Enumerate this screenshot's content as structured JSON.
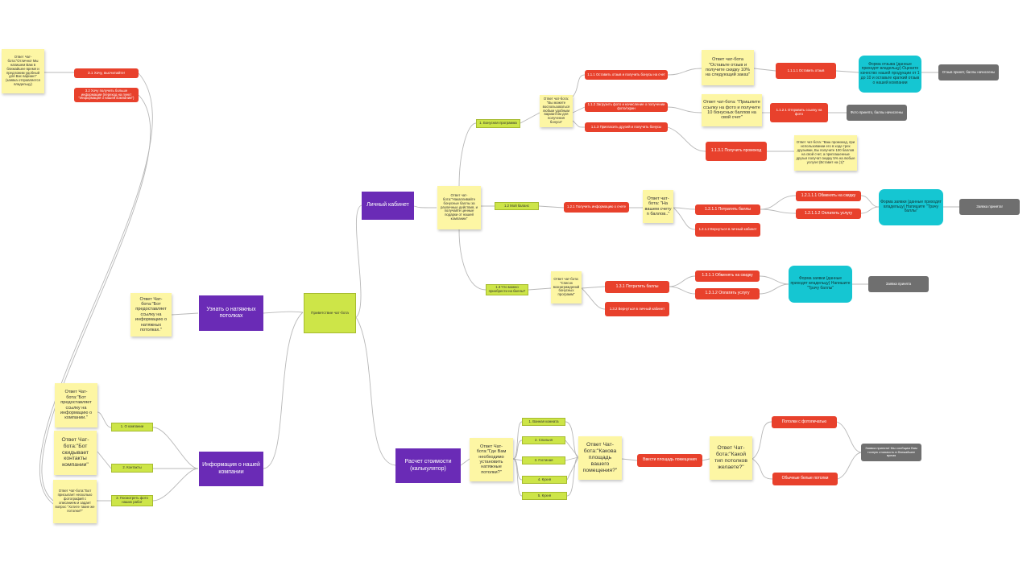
{
  "root": "Приветствие чат-бота",
  "main": {
    "cabinet": "Личный кабинет",
    "ceilings": "Узнать о натяжных потолках",
    "company": "Информация о нашей компании",
    "calc": "Расчет стоимости (калькулятор)"
  },
  "cabinet": {
    "answer": "Ответ чат-бота:\"Накапливайте бонусные баллы за различные действия, и получайте ценные подарки от нашей компании\"",
    "bonus_program": "1. Бонусная программа",
    "bonus_answer": "Ответ чат-бота: \"Вы можете воспользоваться любым удобным вариантом для получения бонуса\"",
    "b111": "1.1.1 Оставить отзыв и получить бонусы на счет",
    "b112": "1.1.2 Загрузить фото и начисление о получении фото/скрин",
    "b113": "1.1.3 Пригласить друзей и получить бонусы",
    "b111_answer": "Ответ чат-бота \"Оставьте отзыв и получите скидку 10% на следующий заказ\"",
    "b1111": "1.1.1.1 Оставить отзыв",
    "b1111_form": "Форма отзыва (данные приходят владельцу) Оцените качество нашей продукции от 1 до 10 и оставьте краткий отзыв о нашей компании",
    "b1111_done": "Отзыв принят, баллы начислены",
    "b112_answer": "Ответ чат-бота: \"Пришлите ссылку на фото и получите 10 бонусных баллов на свой счет\"",
    "b1121": "1.1.2.1 Отправить ссылку на фото",
    "b1121_done": "Фото принято, баллы начислены",
    "b1131": "1.1.3.1 Получить промокод",
    "b1131_answer": "Ответ чат-бота: \"Ваш промокод, при использовании его в ходе трех друзьями, Вы получите 100 баллов на свой счет, а приглашенные друзья получат скидку 5% на любые услуги! (Вставит на (1)\"",
    "balance": "1.2 Мой баланс",
    "b121": "1.2.1 Получить информацию о счете",
    "b121_answer": "Ответ чат-бота: \"На вашем счету n баллов..\"",
    "b1211": "1.2.1.1 Потратить баллы",
    "b1212": "1.2.1.2 Вернуться в личный кабинет",
    "b12111": "1.2.1.1.1 Обменять на скидку",
    "b12112": "1.2.1.1.2 Оплатить услугу",
    "b1211_form": "Форма заявки (данные приходят владельцу) Напишите \"Трачу баллы\"",
    "b1211_done": "Заявка принята!",
    "spend_q": "1.3 Что можно приобрести на баллы?",
    "spend_answer": "Ответ чат-бота: \"Список вознаграждений бонусных программ\"",
    "b131": "1.3.1 Потратить баллы",
    "b132": "1.3.2 Вернуться в личный кабинет",
    "b1311": "1.3.1.1 Обменять на скидку",
    "b1312": "1.3.1.2 Оплатить услугу",
    "b131_form": "Форма заявки (данные приходят владельцу) Напишите \"Трачу баллы\"",
    "b131_done": "Заявка принята"
  },
  "ceilings": {
    "answer": "Ответ Чат-бота:\"Бот предоставляет ссылку на информацию о натяжных потолках.\""
  },
  "company": {
    "about": "1. О компании",
    "about_answer": "Ответ Чат-бота:\"Бот предоставляет ссылку на информацию о компании.\"",
    "contacts": "2. Контакты",
    "contacts_answer": "Ответ Чат-бота:\"Бот скидывает контакты компании\"",
    "photos": "3. Посмотреть фото наших работ",
    "photos_answer": "Ответ Чат-бота:\"Бот присылает несколько фотографий с описанием и задает вопрос \"Хотите такие же потолки?\"",
    "yes": "3.1 Хочу, высчитайте!",
    "more": "3.2 Хочу получить больше информации (переход на пункт \"Информация о нашей компании\")",
    "yes_answer": "Ответ Чат-бота:\"Отлично! Мы напишем Вам в ближайшее время и предложим удобный для Вас вариант\" (заявка отправляется владельцу)"
  },
  "calc": {
    "answer1": "Ответ Чат-бота:\"Где Вам необходимо установить натяжные потолки?\"",
    "rooms": [
      "1. Ванная комната",
      "2. Спальня",
      "3. Гостиная",
      "4. Кухня",
      "5. Кухня"
    ],
    "answer2": "Ответ Чат-бота:\"Какова площадь вашего помещения?\"",
    "area": "Ввести площадь помещения",
    "answer3": "Ответ Чат-бота:\"Какой тип потолков желаете?\"",
    "photo_print": "Потолки с фотопечатью",
    "plain": "Обычные белые потолки",
    "done": "Заявка принята! Мы сообщим Вам точную стоимость в ближайшее время"
  }
}
